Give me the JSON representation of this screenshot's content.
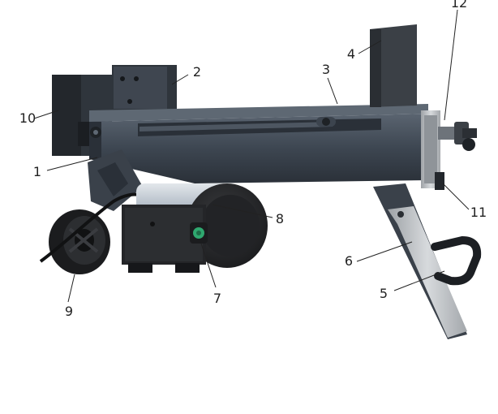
{
  "figure": {
    "callouts": [
      {
        "label": "1"
      },
      {
        "label": "2"
      },
      {
        "label": "3"
      },
      {
        "label": "4"
      },
      {
        "label": "5"
      },
      {
        "label": "6"
      },
      {
        "label": "7"
      },
      {
        "label": "8"
      },
      {
        "label": "9"
      },
      {
        "label": "10"
      },
      {
        "label": "11"
      },
      {
        "label": "12"
      }
    ]
  },
  "colors": {
    "beam": "#3d4651",
    "beam_dark": "#2a3038",
    "legs": "#3a414a",
    "motor": "#2b2b2d",
    "motor_band": "#b9c2cc",
    "wedge": "#3b4046",
    "steel": "#b9bcc0",
    "switch_green": "#2fa86f"
  }
}
